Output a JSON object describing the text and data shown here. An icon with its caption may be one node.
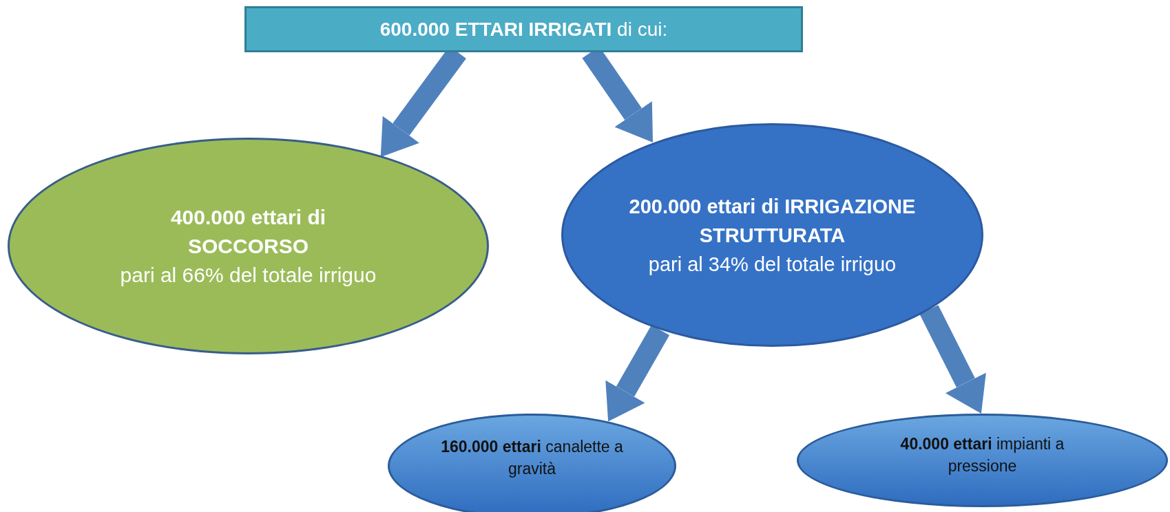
{
  "diagram": {
    "nodes": [
      {
        "text": [
          "**600.000 ETTARI IRRIGATI** di cui:"
        ]
      },
      {
        "text": [
          "400.000 ettari di SOCCORSO",
          "pari al 66% del totale irriguo"
        ]
      },
      {
        "text": [
          "200.000 ettari di IRRIGAZIONE STRUTTURATA",
          "pari al 34% del totale irriguo"
        ]
      },
      {
        "text": [
          "**160.000 ettari** canalette a gravità"
        ]
      },
      {
        "text": [
          "**40.000 ettari** impianti a pressione"
        ]
      }
    ],
    "edges": [
      {
        "from": 0,
        "to": 1,
        "arrow": "to"
      },
      {
        "from": 0,
        "to": 2,
        "arrow": "to"
      },
      {
        "from": 2,
        "to": 3,
        "arrow": "to"
      },
      {
        "from": 2,
        "to": 4,
        "arrow": "to"
      }
    ]
  }
}
